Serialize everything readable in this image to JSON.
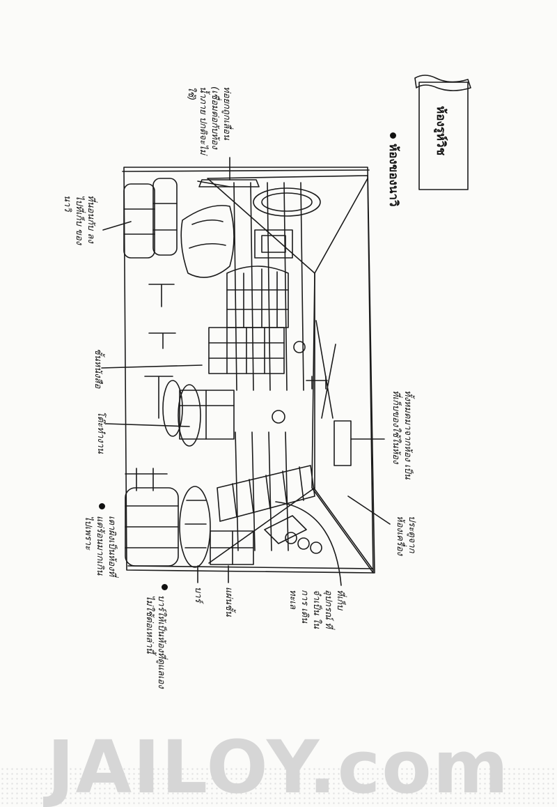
{
  "title_box": {
    "text": "ห้องรูห์วิช"
  },
  "section_heading": {
    "text": "ห้องของนาวิ"
  },
  "labels": {
    "pipe_top": "ท่อยกถูกเลื่อน (เชื่อมต่อกับท้องน้ำภาย ปกติจะไม่ใช้)",
    "stairs_upper": "ที่นอนกับ ลงไปที่เก็บ ของนาวิ",
    "bookshelf": "ชั้นหนังสือ",
    "desk": "โต๊ะทำงาน",
    "stove_bullet": "เตาผิงเป็นห้องที่ แต่ร้อนมากเกินไปเพราะ",
    "bar": "บาร์",
    "shelf_low": "แผ่นชั้น",
    "bar_bullet": "บาร์ให้เป็นห้องที่ดูแลเอง ไม่ใช้ต่อเหล่านี้",
    "storage": "ที่เก็บ อุปกรณ์ ที่จำเป็น ในการ เดินทะเล",
    "window_right": "ทั้งหมดมาจากห้อง เป็นที่เก็บของใช้ในห้อง",
    "door": "ประตูจาก ห้องเครื่อง"
  },
  "watermark": {
    "text": "JAILOY.com"
  }
}
